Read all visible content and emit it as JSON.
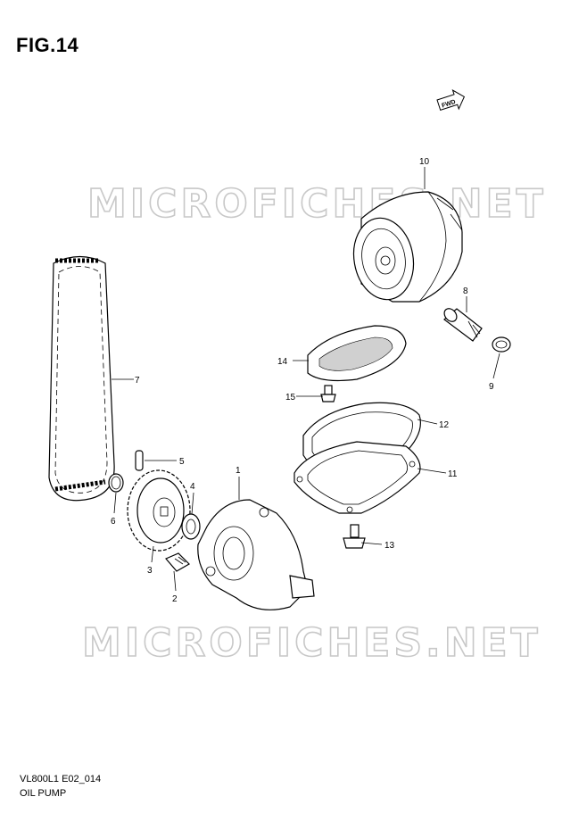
{
  "figure": {
    "title": "FIG.14"
  },
  "footer": {
    "code": "VL800L1 E02_014",
    "name": "OIL PUMP"
  },
  "watermark": {
    "text": "MICROFICHES.NET"
  },
  "fwd_badge": {
    "text": "FWD"
  },
  "callouts": [
    {
      "id": "10",
      "label": "10"
    },
    {
      "id": "8",
      "label": "8"
    },
    {
      "id": "9",
      "label": "9"
    },
    {
      "id": "14",
      "label": "14"
    },
    {
      "id": "7",
      "label": "7"
    },
    {
      "id": "15",
      "label": "15"
    },
    {
      "id": "12",
      "label": "12"
    },
    {
      "id": "11",
      "label": "11"
    },
    {
      "id": "5",
      "label": "5"
    },
    {
      "id": "1",
      "label": "1"
    },
    {
      "id": "4",
      "label": "4"
    },
    {
      "id": "6",
      "label": "6"
    },
    {
      "id": "3",
      "label": "3"
    },
    {
      "id": "2",
      "label": "2"
    },
    {
      "id": "13",
      "label": "13"
    }
  ],
  "colors": {
    "line": "#000000",
    "watermark": "#c8c8c8",
    "background": "#ffffff"
  }
}
